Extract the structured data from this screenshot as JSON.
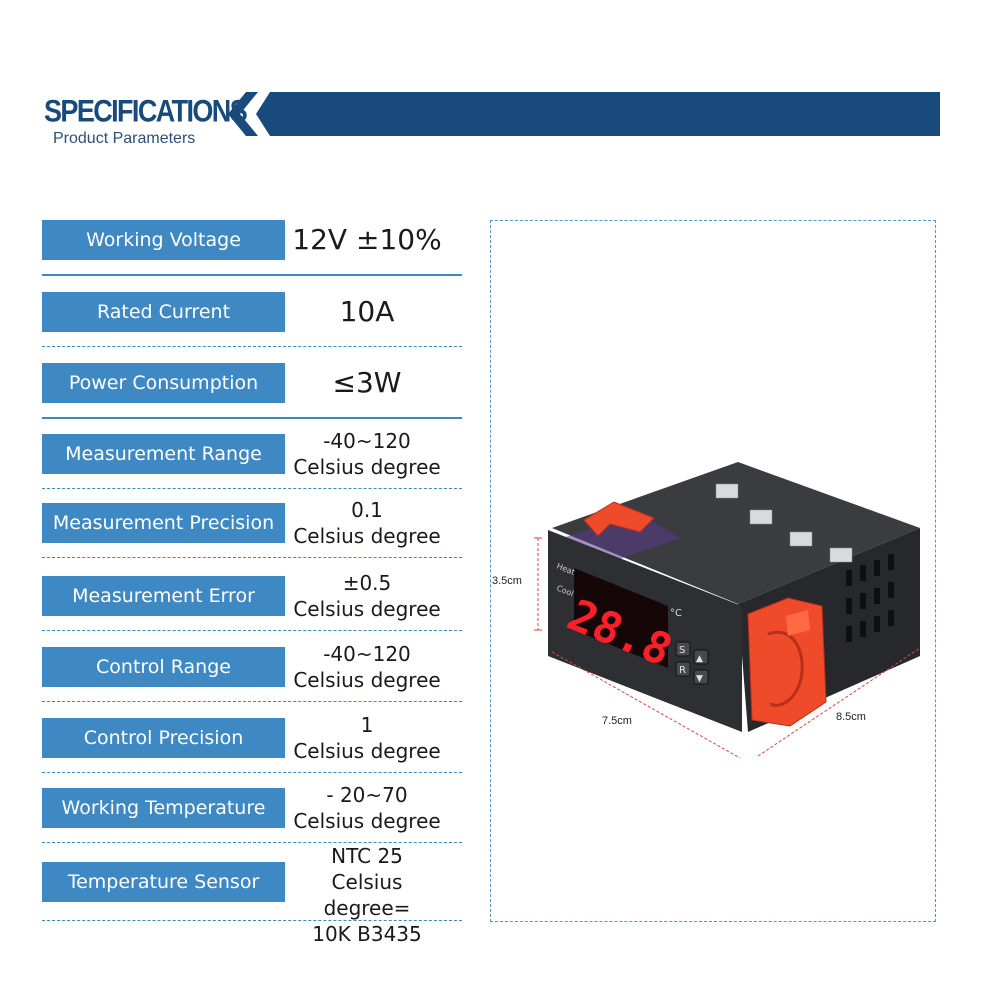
{
  "header": {
    "title": "SPECIFICATIONS",
    "subtitle": "Product Parameters",
    "colors": {
      "title": "#184a7c",
      "bar": "#184a7c",
      "label_bg": "#3e88c4"
    }
  },
  "specs": [
    {
      "label": "Working Voltage",
      "value": [
        "12V ±10%"
      ]
    },
    {
      "label": "Rated Current",
      "value": [
        "10A"
      ]
    },
    {
      "label": "Power Consumption",
      "value": [
        "≤3W"
      ]
    },
    {
      "label": "Measurement Range",
      "value": [
        "-40~120",
        "Celsius degree"
      ]
    },
    {
      "label": "Measurement Precision",
      "value": [
        "0.1",
        "Celsius degree"
      ]
    },
    {
      "label": "Measurement Error",
      "value": [
        "±0.5",
        "Celsius degree"
      ]
    },
    {
      "label": "Control Range",
      "value": [
        "-40~120",
        "Celsius degree"
      ]
    },
    {
      "label": "Control Precision",
      "value": [
        "1",
        "Celsius degree"
      ]
    },
    {
      "label": "Working Temperature",
      "value": [
        "- 20~70",
        "Celsius degree"
      ]
    },
    {
      "label": "Temperature Sensor",
      "value": [
        "NTC 25",
        "Celsius degree=",
        "10K B3435"
      ]
    }
  ],
  "product": {
    "display": "28.8",
    "unit": "°C",
    "indicators": [
      "Heat",
      "Cool"
    ],
    "buttons": [
      "S",
      "R",
      "▲",
      "▼"
    ],
    "dimensions": {
      "height": "3.5cm",
      "width": "7.5cm",
      "depth": "8.5cm"
    },
    "colors": {
      "body": "#2d2f33",
      "bracket": "#ef4a2a",
      "display": "#ff1f2b"
    }
  }
}
